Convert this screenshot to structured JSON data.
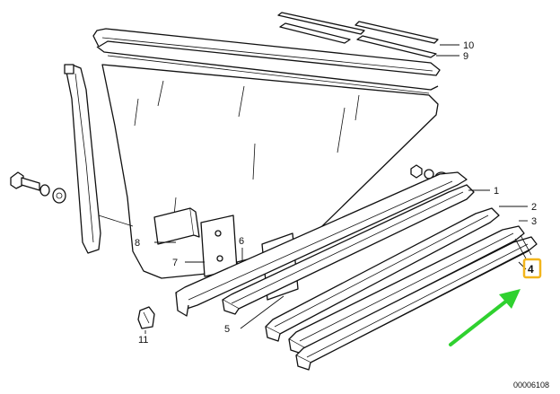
{
  "diagram": {
    "callouts": [
      {
        "id": "c1",
        "label": "1"
      },
      {
        "id": "c2",
        "label": "2"
      },
      {
        "id": "c3",
        "label": "3"
      },
      {
        "id": "c4",
        "label": "4"
      },
      {
        "id": "c5",
        "label": "5"
      },
      {
        "id": "c6",
        "label": "6"
      },
      {
        "id": "c7",
        "label": "7"
      },
      {
        "id": "c8",
        "label": "8"
      },
      {
        "id": "c9",
        "label": "9"
      },
      {
        "id": "c10",
        "label": "10"
      },
      {
        "id": "c11",
        "label": "11"
      }
    ],
    "highlighted_callout": "4",
    "highlight_color": "#f2b51c",
    "arrow_color": "#2fd12f",
    "reference_number": "00006108"
  }
}
